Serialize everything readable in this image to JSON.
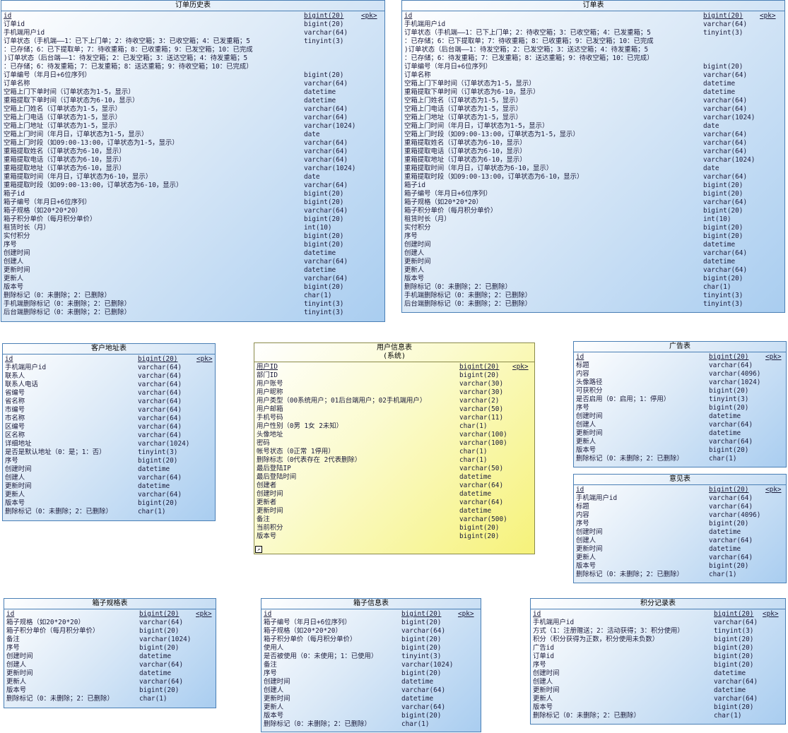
{
  "tables": [
    {
      "id": "order_history",
      "title": "订单历史表",
      "columns": [
        [
          "id",
          "bigint(20)",
          "<pk>"
        ],
        [
          "订单id",
          "bigint(20)",
          ""
        ],
        [
          "手机端用户id",
          "varchar(64)",
          ""
        ],
        [
          "订单状态（手机端——1：已下上门单；2：待收空箱；3：已收空箱；4：已发重箱；5",
          "tinyint(3)",
          ""
        ],
        [
          "：已存储；6：已下提取单；7：待收重箱；8：已收重箱；9：已发空箱；10：已完成",
          "",
          ""
        ],
        [
          ")订单状态（后台端——1：待发空箱；2：已发空箱；3：送达空箱；4：待发重箱；5",
          "",
          ""
        ],
        [
          "：已存储；6：待发重箱；7：已发重箱；8：送达重箱；9：待收空箱；10：已完成）",
          "",
          ""
        ],
        [
          "订单编号（年月日+6位序列）",
          "bigint(20)",
          ""
        ],
        [
          "订单名称",
          "varchar(64)",
          ""
        ],
        [
          "空箱上门下单时间（订单状态为1-5，显示）",
          "datetime",
          ""
        ],
        [
          "重箱提取下单时间（订单状态为6-10，显示）",
          "datetime",
          ""
        ],
        [
          "空箱上门姓名（订单状态为1-5，显示）",
          "varchar(64)",
          ""
        ],
        [
          "空箱上门电话（订单状态为1-5，显示）",
          "varchar(64)",
          ""
        ],
        [
          "空箱上门地址（订单状态为1-5，显示）",
          "varchar(1024)",
          ""
        ],
        [
          "空箱上门时间（年月日，订单状态为1-5，显示）",
          "date",
          ""
        ],
        [
          "空箱上门时段（如09:00-13:00，订单状态为1-5，显示）",
          "varchar(64)",
          ""
        ],
        [
          "重箱提取姓名（订单状态为6-10，显示）",
          "varchar(64)",
          ""
        ],
        [
          "重箱提取电话（订单状态为6-10，显示）",
          "varchar(64)",
          ""
        ],
        [
          "重箱提取地址（订单状态为6-10，显示）",
          "varchar(1024)",
          ""
        ],
        [
          "重箱提取时间（年月日，订单状态为6-10，显示）",
          "date",
          ""
        ],
        [
          "重箱提取时段（如09:00-13:00，订单状态为6-10，显示）",
          "varchar(64)",
          ""
        ],
        [
          "箱子id",
          "bigint(20)",
          ""
        ],
        [
          "箱子编号（年月日+6位序列）",
          "bigint(20)",
          ""
        ],
        [
          "箱子规格（如20*20*20）",
          "varchar(64)",
          ""
        ],
        [
          "箱子积分单价（每月积分单价）",
          "bigint(20)",
          ""
        ],
        [
          "租赁时长（月）",
          "int(10)",
          ""
        ],
        [
          "实付积分",
          "bigint(20)",
          ""
        ],
        [
          "序号",
          "bigint(20)",
          ""
        ],
        [
          "创建时间",
          "datetime",
          ""
        ],
        [
          "创建人",
          "varchar(64)",
          ""
        ],
        [
          "更新时间",
          "datetime",
          ""
        ],
        [
          "更新人",
          "varchar(64)",
          ""
        ],
        [
          "版本号",
          "bigint(20)",
          ""
        ],
        [
          "删除标记（0：未删除；2：已删除）",
          "char(1)",
          ""
        ],
        [
          "手机端删除标记（0：未删除；2：已删除）",
          "tinyint(3)",
          ""
        ],
        [
          "后台端删除标记（0：未删除；2：已删除）",
          "tinyint(3)",
          ""
        ]
      ]
    },
    {
      "id": "order",
      "title": "订单表",
      "columns": [
        [
          "id",
          "bigint(20)",
          "<pk>"
        ],
        [
          "手机端用户id",
          "varchar(64)",
          ""
        ],
        [
          "订单状态（手机端——1：已下上门单；2：待收空箱；3：已收空箱；4：已发重箱；5",
          "tinyint(3)",
          ""
        ],
        [
          "：已存储；6：已下提取单；7：待收重箱；8：已收重箱；9：已发空箱；10：已完成",
          "",
          ""
        ],
        [
          ")订单状态（后台端——1：待发空箱；2：已发空箱；3：送达空箱；4：待发重箱；5",
          "",
          ""
        ],
        [
          "：已存储；6：待发重箱；7：已发重箱；8：送达重箱；9：待收空箱；10：已完成）",
          "",
          ""
        ],
        [
          "订单编号（年月日+6位序列）",
          "bigint(20)",
          ""
        ],
        [
          "订单名称",
          "varchar(64)",
          ""
        ],
        [
          "空箱上门下单时间（订单状态为1-5，显示）",
          "datetime",
          ""
        ],
        [
          "重箱提取下单时间（订单状态为6-10，显示）",
          "datetime",
          ""
        ],
        [
          "空箱上门姓名（订单状态为1-5，显示）",
          "varchar(64)",
          ""
        ],
        [
          "空箱上门电话（订单状态为1-5，显示）",
          "varchar(64)",
          ""
        ],
        [
          "空箱上门地址（订单状态为1-5，显示）",
          "varchar(1024)",
          ""
        ],
        [
          "空箱上门时间（年月日，订单状态为1-5，显示）",
          "date",
          ""
        ],
        [
          "空箱上门时段（如09:00-13:00，订单状态为1-5，显示）",
          "varchar(64)",
          ""
        ],
        [
          "重箱提取姓名（订单状态为6-10，显示）",
          "varchar(64)",
          ""
        ],
        [
          "重箱提取电话（订单状态为6-10，显示）",
          "varchar(64)",
          ""
        ],
        [
          "重箱提取地址（订单状态为6-10，显示）",
          "varchar(1024)",
          ""
        ],
        [
          "重箱提取时间（年月日，订单状态为6-10，显示）",
          "date",
          ""
        ],
        [
          "重箱提取时段（如09:00-13:00，订单状态为6-10，显示）",
          "varchar(64)",
          ""
        ],
        [
          "箱子id",
          "bigint(20)",
          ""
        ],
        [
          "箱子编号（年月日+6位序列）",
          "bigint(20)",
          ""
        ],
        [
          "箱子规格（如20*20*20）",
          "varchar(64)",
          ""
        ],
        [
          "箱子积分单价（每月积分单价）",
          "bigint(20)",
          ""
        ],
        [
          "租赁时长（月）",
          "int(10)",
          ""
        ],
        [
          "实付积分",
          "bigint(20)",
          ""
        ],
        [
          "序号",
          "bigint(20)",
          ""
        ],
        [
          "创建时间",
          "datetime",
          ""
        ],
        [
          "创建人",
          "varchar(64)",
          ""
        ],
        [
          "更新时间",
          "datetime",
          ""
        ],
        [
          "更新人",
          "varchar(64)",
          ""
        ],
        [
          "版本号",
          "bigint(20)",
          ""
        ],
        [
          "删除标记（0：未删除；2：已删除）",
          "char(1)",
          ""
        ],
        [
          "手机端删除标记（0：未删除；2：已删除）",
          "tinyint(3)",
          ""
        ],
        [
          "后台端删除标记（0：未删除；2：已删除）",
          "tinyint(3)",
          ""
        ]
      ]
    },
    {
      "id": "customer_address",
      "title": "客户地址表",
      "columns": [
        [
          "id",
          "bigint(20)",
          "<pk>"
        ],
        [
          "手机端用户id",
          "varchar(64)",
          ""
        ],
        [
          "联系人",
          "varchar(64)",
          ""
        ],
        [
          "联系人电话",
          "varchar(64)",
          ""
        ],
        [
          "省编号",
          "varchar(64)",
          ""
        ],
        [
          "省名称",
          "varchar(64)",
          ""
        ],
        [
          "市编号",
          "varchar(64)",
          ""
        ],
        [
          "市名称",
          "varchar(64)",
          ""
        ],
        [
          "区编号",
          "varchar(64)",
          ""
        ],
        [
          "区名称",
          "varchar(64)",
          ""
        ],
        [
          "详细地址",
          "varchar(1024)",
          ""
        ],
        [
          "是否是默认地址（0：是；1：否）",
          "tinyint(3)",
          ""
        ],
        [
          "序号",
          "bigint(20)",
          ""
        ],
        [
          "创建时间",
          "datetime",
          ""
        ],
        [
          "创建人",
          "varchar(64)",
          ""
        ],
        [
          "更新时间",
          "datetime",
          ""
        ],
        [
          "更新人",
          "varchar(64)",
          ""
        ],
        [
          "版本号",
          "bigint(20)",
          ""
        ],
        [
          "删除标记（0：未删除；2：已删除）",
          "char(1)",
          ""
        ]
      ]
    },
    {
      "id": "user_info",
      "title": "用户信息表",
      "subtitle": "(系统)",
      "columns": [
        [
          "用户ID",
          "bigint(20)",
          "<pk>"
        ],
        [
          "部门ID",
          "bigint(20)",
          ""
        ],
        [
          "用户账号",
          "varchar(30)",
          ""
        ],
        [
          "用户昵称",
          "varchar(30)",
          ""
        ],
        [
          "用户类型（00系统用户；01后台端用户；02手机端用户）",
          "varchar(2)",
          ""
        ],
        [
          "用户邮箱",
          "varchar(50)",
          ""
        ],
        [
          "手机号码",
          "varchar(11)",
          ""
        ],
        [
          "用户性别（0男 1女 2未知）",
          "char(1)",
          ""
        ],
        [
          "头像地址",
          "varchar(100)",
          ""
        ],
        [
          "密码",
          "varchar(100)",
          ""
        ],
        [
          "帐号状态（0正常 1停用）",
          "char(1)",
          ""
        ],
        [
          "删除标志（0代表存在 2代表删除）",
          "char(1)",
          ""
        ],
        [
          "最后登陆IP",
          "varchar(50)",
          ""
        ],
        [
          "最后登陆时间",
          "datetime",
          ""
        ],
        [
          "创建者",
          "varchar(64)",
          ""
        ],
        [
          "创建时间",
          "datetime",
          ""
        ],
        [
          "更新者",
          "varchar(64)",
          ""
        ],
        [
          "更新时间",
          "datetime",
          ""
        ],
        [
          "备注",
          "varchar(500)",
          ""
        ],
        [
          "当前积分",
          "bigint(20)",
          ""
        ],
        [
          "版本号",
          "bigint(20)",
          ""
        ]
      ]
    },
    {
      "id": "advertisement",
      "title": "广告表",
      "columns": [
        [
          "id",
          "bigint(20)",
          "<pk>"
        ],
        [
          "标题",
          "varchar(64)",
          ""
        ],
        [
          "内容",
          "varchar(4096)",
          ""
        ],
        [
          "头像路径",
          "varchar(1024)",
          ""
        ],
        [
          "可获积分",
          "bigint(20)",
          ""
        ],
        [
          "是否启用（0：启用；1：停用）",
          "tinyint(3)",
          ""
        ],
        [
          "序号",
          "bigint(20)",
          ""
        ],
        [
          "创建时间",
          "datetime",
          ""
        ],
        [
          "创建人",
          "varchar(64)",
          ""
        ],
        [
          "更新时间",
          "datetime",
          ""
        ],
        [
          "更新人",
          "varchar(64)",
          ""
        ],
        [
          "版本号",
          "bigint(20)",
          ""
        ],
        [
          "删除标记（0：未删除；2：已删除）",
          "char(1)",
          ""
        ]
      ]
    },
    {
      "id": "feedback",
      "title": "意见表",
      "columns": [
        [
          "id",
          "bigint(20)",
          "<pk>"
        ],
        [
          "手机端用户id",
          "varchar(64)",
          ""
        ],
        [
          "标题",
          "varchar(64)",
          ""
        ],
        [
          "内容",
          "varchar(4096)",
          ""
        ],
        [
          "序号",
          "bigint(20)",
          ""
        ],
        [
          "创建时间",
          "datetime",
          ""
        ],
        [
          "创建人",
          "varchar(64)",
          ""
        ],
        [
          "更新时间",
          "datetime",
          ""
        ],
        [
          "更新人",
          "varchar(64)",
          ""
        ],
        [
          "版本号",
          "bigint(20)",
          ""
        ],
        [
          "删除标记（0：未删除；2：已删除）",
          "char(1)",
          ""
        ]
      ]
    },
    {
      "id": "box_spec",
      "title": "箱子规格表",
      "columns": [
        [
          "id",
          "bigint(20)",
          "<pk>"
        ],
        [
          "箱子规格（如20*20*20）",
          "varchar(64)",
          ""
        ],
        [
          "箱子积分单价（每月积分单价）",
          "bigint(20)",
          ""
        ],
        [
          "备注",
          "varchar(1024)",
          ""
        ],
        [
          "序号",
          "bigint(20)",
          ""
        ],
        [
          "创建时间",
          "datetime",
          ""
        ],
        [
          "创建人",
          "varchar(64)",
          ""
        ],
        [
          "更新时间",
          "datetime",
          ""
        ],
        [
          "更新人",
          "varchar(64)",
          ""
        ],
        [
          "版本号",
          "bigint(20)",
          ""
        ],
        [
          "删除标记（0：未删除；2：已删除）",
          "char(1)",
          ""
        ]
      ]
    },
    {
      "id": "box_info",
      "title": "箱子信息表",
      "columns": [
        [
          "id",
          "bigint(20)",
          "<pk>"
        ],
        [
          "箱子编号（年月日+6位序列）",
          "bigint(20)",
          ""
        ],
        [
          "箱子规格（如20*20*20）",
          "varchar(64)",
          ""
        ],
        [
          "箱子积分单价（每月积分单价）",
          "bigint(20)",
          ""
        ],
        [
          "使用人",
          "bigint(20)",
          ""
        ],
        [
          "是否被使用（0：未使用；1：已使用）",
          "tinyint(3)",
          ""
        ],
        [
          "备注",
          "varchar(1024)",
          ""
        ],
        [
          "序号",
          "bigint(20)",
          ""
        ],
        [
          "创建时间",
          "datetime",
          ""
        ],
        [
          "创建人",
          "varchar(64)",
          ""
        ],
        [
          "更新时间",
          "datetime",
          ""
        ],
        [
          "更新人",
          "varchar(64)",
          ""
        ],
        [
          "版本号",
          "bigint(20)",
          ""
        ],
        [
          "删除标记（0：未删除；2：已删除）",
          "char(1)",
          ""
        ]
      ]
    },
    {
      "id": "points_record",
      "title": "积分记录表",
      "columns": [
        [
          "id",
          "bigint(20)",
          "<pk>"
        ],
        [
          "手机端用户id",
          "varchar(64)",
          ""
        ],
        [
          "方式（1：注册赠送；2：活动获得；3：积分使用）",
          "tinyint(3)",
          ""
        ],
        [
          "积分（积分获得为正数，积分使用未负数）",
          "bigint(20)",
          ""
        ],
        [
          "广告id",
          "bigint(20)",
          ""
        ],
        [
          "订单id",
          "bigint(20)",
          ""
        ],
        [
          "序号",
          "bigint(20)",
          ""
        ],
        [
          "创建时间",
          "datetime",
          ""
        ],
        [
          "创建人",
          "varchar(64)",
          ""
        ],
        [
          "更新时间",
          "datetime",
          ""
        ],
        [
          "更新人",
          "varchar(64)",
          ""
        ],
        [
          "版本号",
          "bigint(20)",
          ""
        ],
        [
          "删除标记（0：未删除；2：已删除）",
          "char(1)",
          ""
        ]
      ]
    }
  ]
}
